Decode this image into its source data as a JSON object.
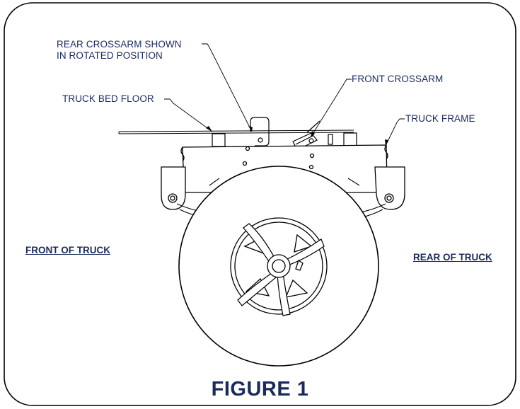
{
  "labels": {
    "rear_crossarm": "REAR CROSSARM SHOWN",
    "rear_crossarm_line2": "IN ROTATED POSITION",
    "front_crossarm": "FRONT CROSSARM",
    "truck_bed_floor": "TRUCK BED FLOOR",
    "truck_frame": "TRUCK FRAME",
    "front_of_truck": "FRONT OF TRUCK",
    "rear_of_truck": "REAR OF TRUCK"
  },
  "caption": "FIGURE 1",
  "colors": {
    "ink": "#1b2a5c",
    "line": "#000000"
  }
}
